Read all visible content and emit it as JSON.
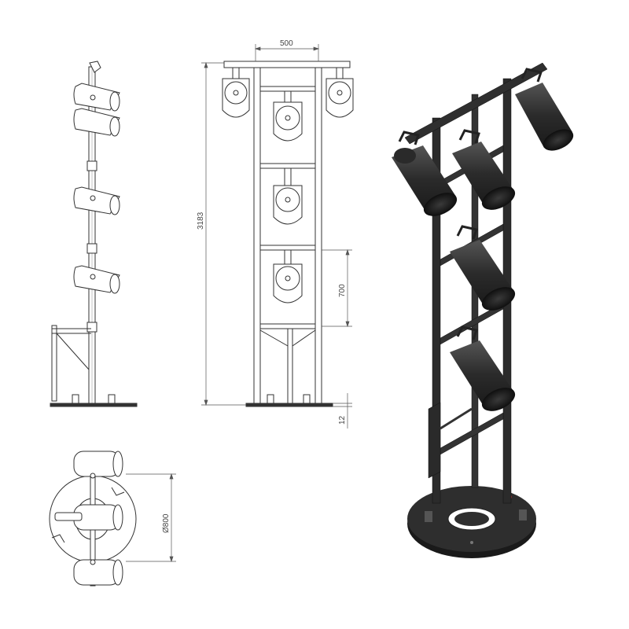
{
  "dimensions": {
    "width": "500",
    "total_height": "3183",
    "section_height": "700",
    "base_thickness": "12",
    "base_diameter": "Ø800"
  },
  "colors": {
    "line": "#333333",
    "dim_line": "#555555",
    "metal": "#2a2a2a",
    "metal_highlight": "#5a5a5a",
    "background": "#ffffff"
  }
}
